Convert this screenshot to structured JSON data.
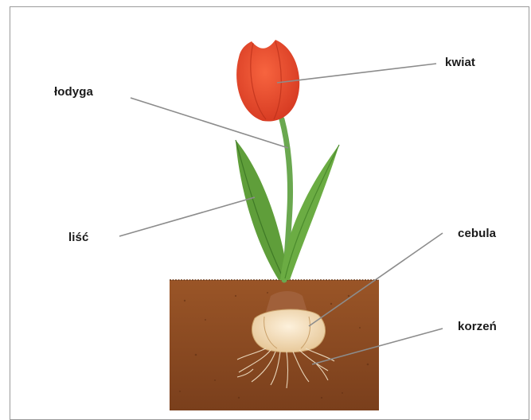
{
  "labels": {
    "kwiat": "kwiat",
    "lodyga": "łodyga",
    "lisc": "liść",
    "cebula": "cebula",
    "korzen": "korzeń"
  },
  "colors": {
    "petal": "#e8462e",
    "leaf": "#5f9e3a",
    "stem": "#6aa84f",
    "soil": "#8b4a22",
    "bulb": "#f0d8b0",
    "leader_line": "#8c8c8c"
  }
}
